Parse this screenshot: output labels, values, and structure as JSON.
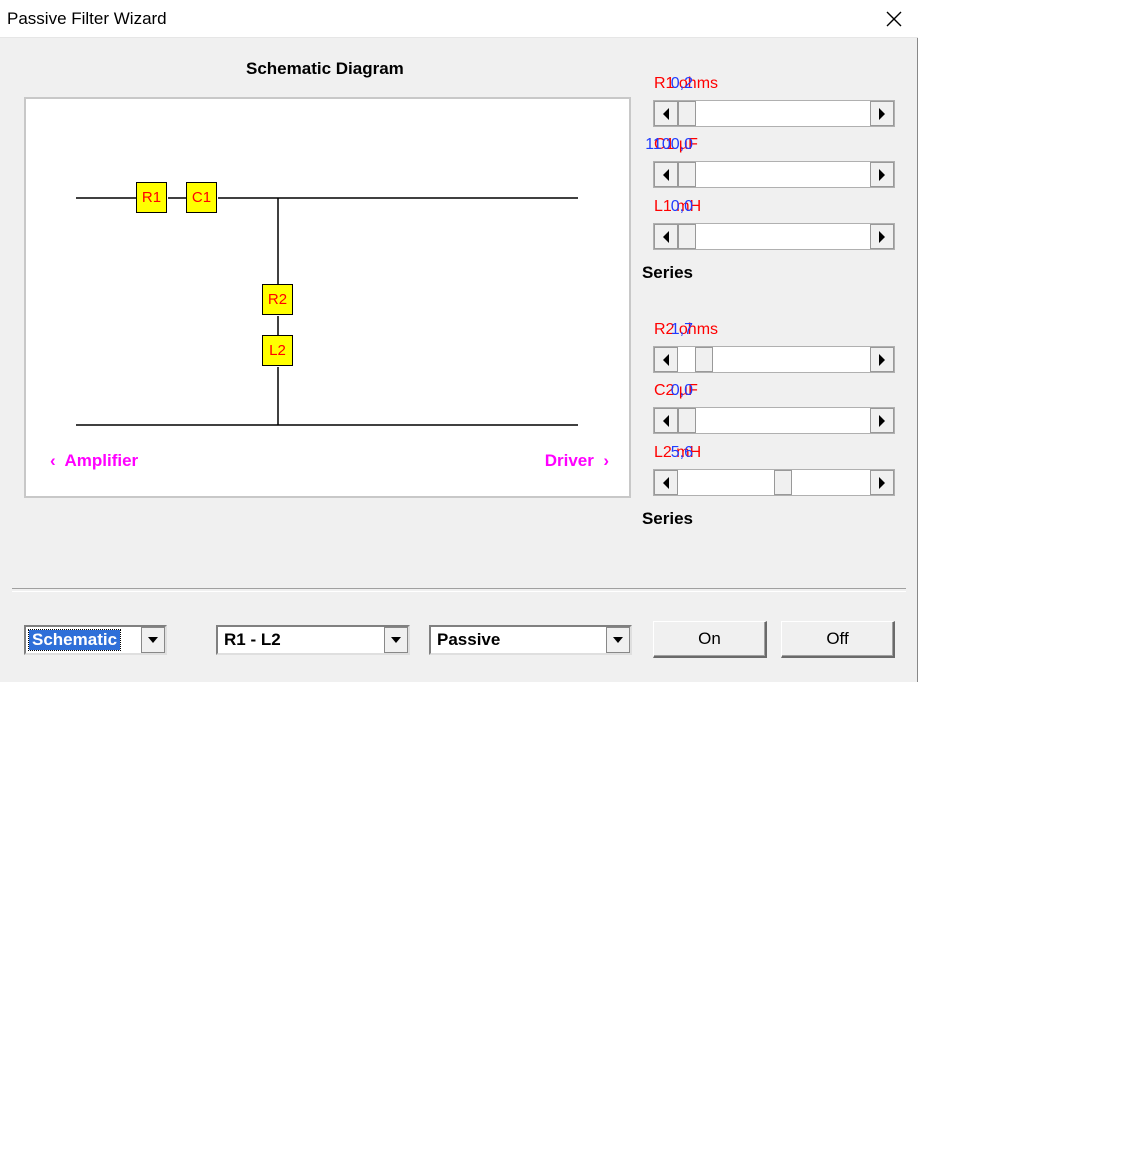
{
  "window": {
    "title": "Passive Filter Wizard"
  },
  "diagram": {
    "heading": "Schematic Diagram",
    "components": {
      "r1": "R1",
      "c1": "C1",
      "r2": "R2",
      "l2": "L2"
    },
    "left_link": "Amplifier",
    "right_link": "Driver"
  },
  "params": [
    {
      "label": "R1  ohms",
      "value": "0,2",
      "level": 0.0
    },
    {
      "label": "C1  µF",
      "value": "1100,0",
      "level": 0.0
    },
    {
      "label": "L1  mH",
      "value": "0,0",
      "level": 0.0
    },
    {
      "label": "R2  ohms",
      "value": "1,7",
      "level": 0.1
    },
    {
      "label": "C2  µF",
      "value": "0,0",
      "level": 0.0
    },
    {
      "label": "L2  mH",
      "value": "5,6",
      "level": 0.55
    }
  ],
  "group1_mode": "Series",
  "group2_mode": "Series",
  "controls": {
    "view_select": "Schematic",
    "topology_select": "R1 - L2",
    "type_select": "Passive",
    "on_label": "On",
    "off_label": "Off"
  },
  "colors": {
    "component_fill": "#ffff00",
    "component_text": "#ff0000",
    "link": "#ff00ff",
    "param_label": "#ff0000",
    "param_value": "#1f3cff"
  }
}
